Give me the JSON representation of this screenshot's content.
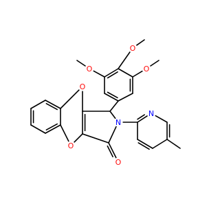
{
  "molecule": {
    "colors": {
      "bond": "#000000",
      "O": "#ff0d0d",
      "N": "#0000ff"
    },
    "atoms": [
      {
        "id": "o_me1",
        "label": "O",
        "element": "O"
      },
      {
        "id": "o_me2",
        "label": "O",
        "element": "O"
      },
      {
        "id": "o_me3",
        "label": "O",
        "element": "O"
      },
      {
        "id": "o_ketone",
        "label": "O",
        "element": "O"
      },
      {
        "id": "o_ring",
        "label": "O",
        "element": "O"
      },
      {
        "id": "o_amide",
        "label": "O",
        "element": "O"
      },
      {
        "id": "n_lactam",
        "label": "N",
        "element": "N"
      },
      {
        "id": "n_pyridine",
        "label": "N",
        "element": "N"
      }
    ]
  }
}
